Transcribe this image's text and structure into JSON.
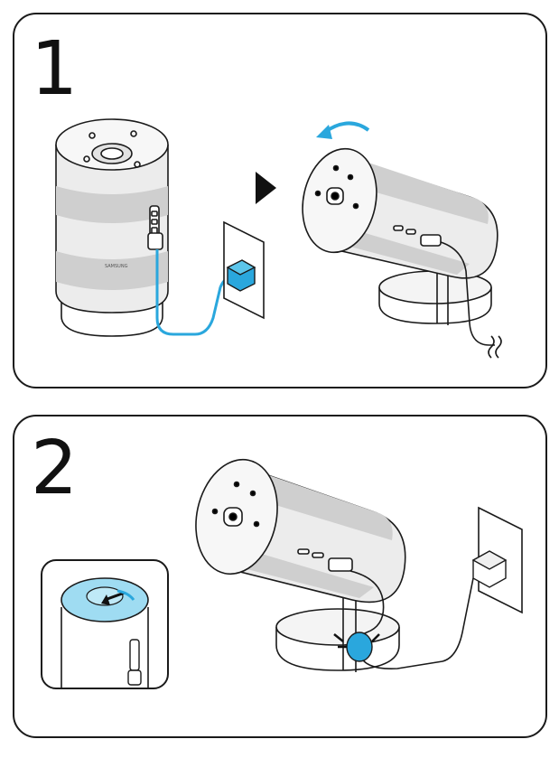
{
  "steps": [
    {
      "number": "1"
    },
    {
      "number": "2"
    }
  ],
  "brand_label": "SAMSUNG",
  "colors": {
    "outline": "#1a1a1a",
    "accent_blue": "#2aa7dd",
    "body_gray": "#d9d9d9",
    "band_gray": "#bfbfbf",
    "inset_blue": "#9fdcf2"
  },
  "icons": [
    "projector-icon",
    "power-adapter-icon",
    "wall-outlet-icon",
    "arrow-right-icon",
    "rotate-arrow-icon",
    "cable-icon"
  ]
}
